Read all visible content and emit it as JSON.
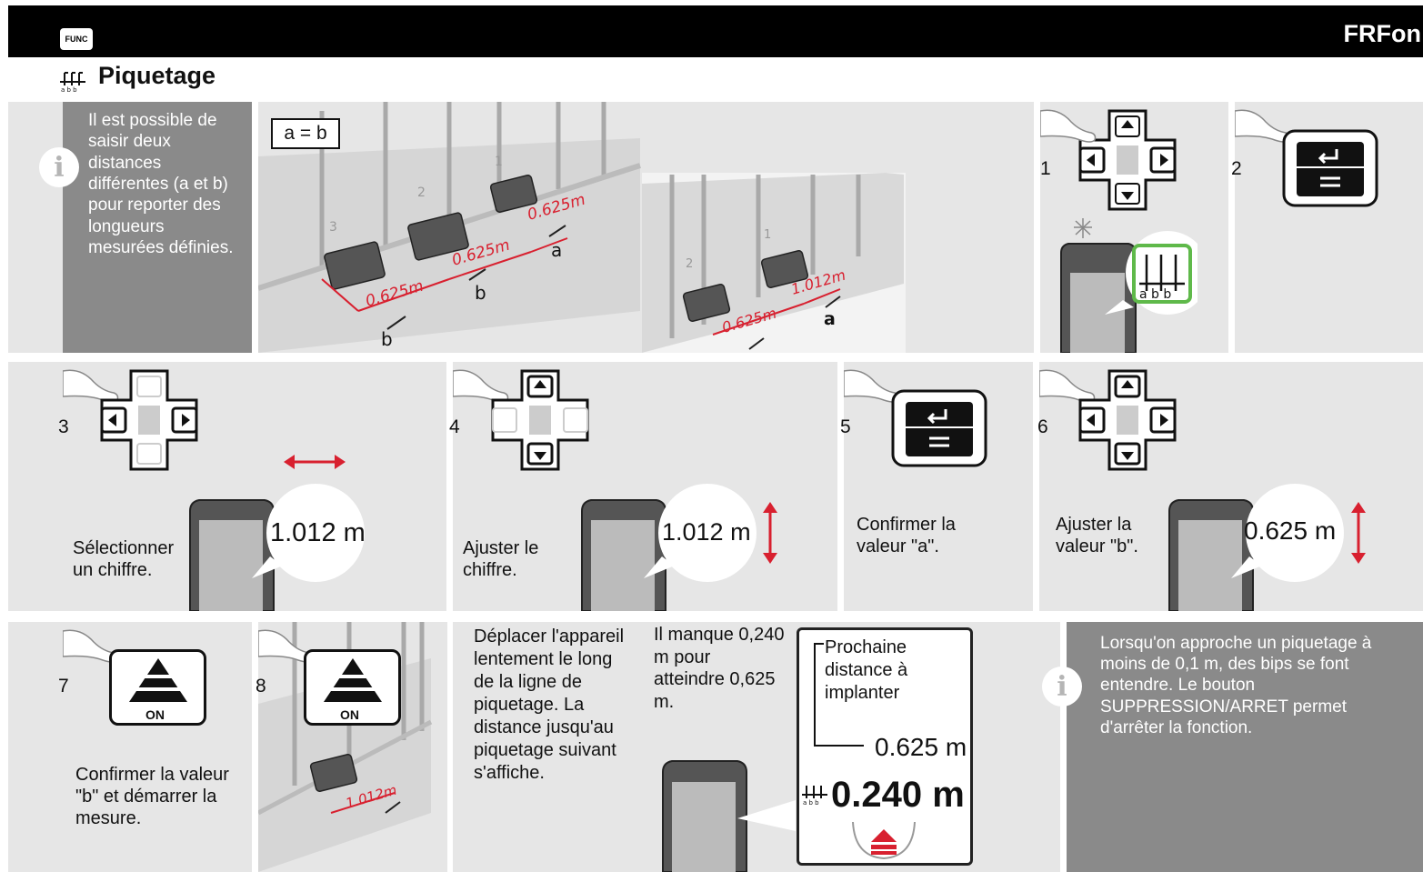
{
  "header": {
    "func_badge": "FUNC",
    "corner_label": "FRFon"
  },
  "title": "Piquetage",
  "info_box_1": {
    "icon": "info-icon",
    "text": "Il est possible de saisir deux distances différentes (a et b) pour reporter des longueurs mesurées définies."
  },
  "illustration": {
    "formula": "a = b",
    "left_set": {
      "measure": "0.625m",
      "labels": [
        "a",
        "b",
        "b"
      ],
      "slots": [
        "1",
        "2",
        "3"
      ]
    },
    "right_set": {
      "measure_a": "1.012m",
      "measure_b": "0.625m",
      "label": "a",
      "slots": [
        "1",
        "2"
      ]
    }
  },
  "steps": [
    {
      "num": "1"
    },
    {
      "num": "2"
    },
    {
      "num": "3",
      "text": "Sélectionner un chiffre.",
      "value": "1.012 m"
    },
    {
      "num": "4",
      "text": "Ajuster le chiffre.",
      "value": "1.012 m"
    },
    {
      "num": "5",
      "text": "Confirmer la valeur \"a\"."
    },
    {
      "num": "6",
      "text": "Ajuster la valeur \"b\".",
      "value": "0.625 m"
    },
    {
      "num": "7",
      "text": "Confirmer la valeur \"b\" et démarrer la mesure.",
      "button": "ON"
    },
    {
      "num": "8",
      "button": "ON",
      "measure": "1.012m"
    }
  ],
  "step8_text": "Déplacer l'appareil lentement le long de la ligne de piquetage. La distance jusqu'au piquetage suivant s'affiche.",
  "missing_text": "Il manque 0,240 m pour atteindre 0,625 m.",
  "display": {
    "label": "Prochaine distance à implanter",
    "next_value": "0.625 m",
    "remaining_value": "0.240 m"
  },
  "info_box_2": {
    "icon": "info-icon",
    "text": "Lorsqu'on approche un piquetage à moins de 0,1 m, des bips se font entendre. Le bouton SUPPRESSION/ARRET permet d'arrêter la fonction."
  },
  "colors": {
    "accent_red": "#d8202f",
    "panel_grey": "#e6e6e6",
    "info_grey": "#8a8a8a",
    "green_frame": "#5fb94a"
  }
}
